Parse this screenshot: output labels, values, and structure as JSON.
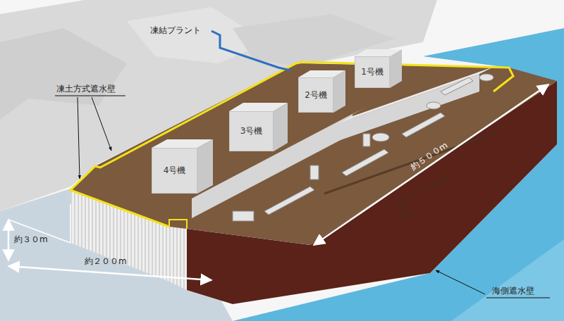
{
  "diagram": {
    "nodes": [
      {
        "text": [
          "1号機"
        ]
      },
      {
        "text": [
          "2号機"
        ]
      },
      {
        "text": [
          "3号機"
        ]
      },
      {
        "text": [
          "4号機"
        ]
      }
    ],
    "labels": [
      "凍結プラント",
      "凍土方式遮水壁",
      "約５００m",
      "約３０m",
      "約２００m",
      "海側遮水壁"
    ]
  }
}
